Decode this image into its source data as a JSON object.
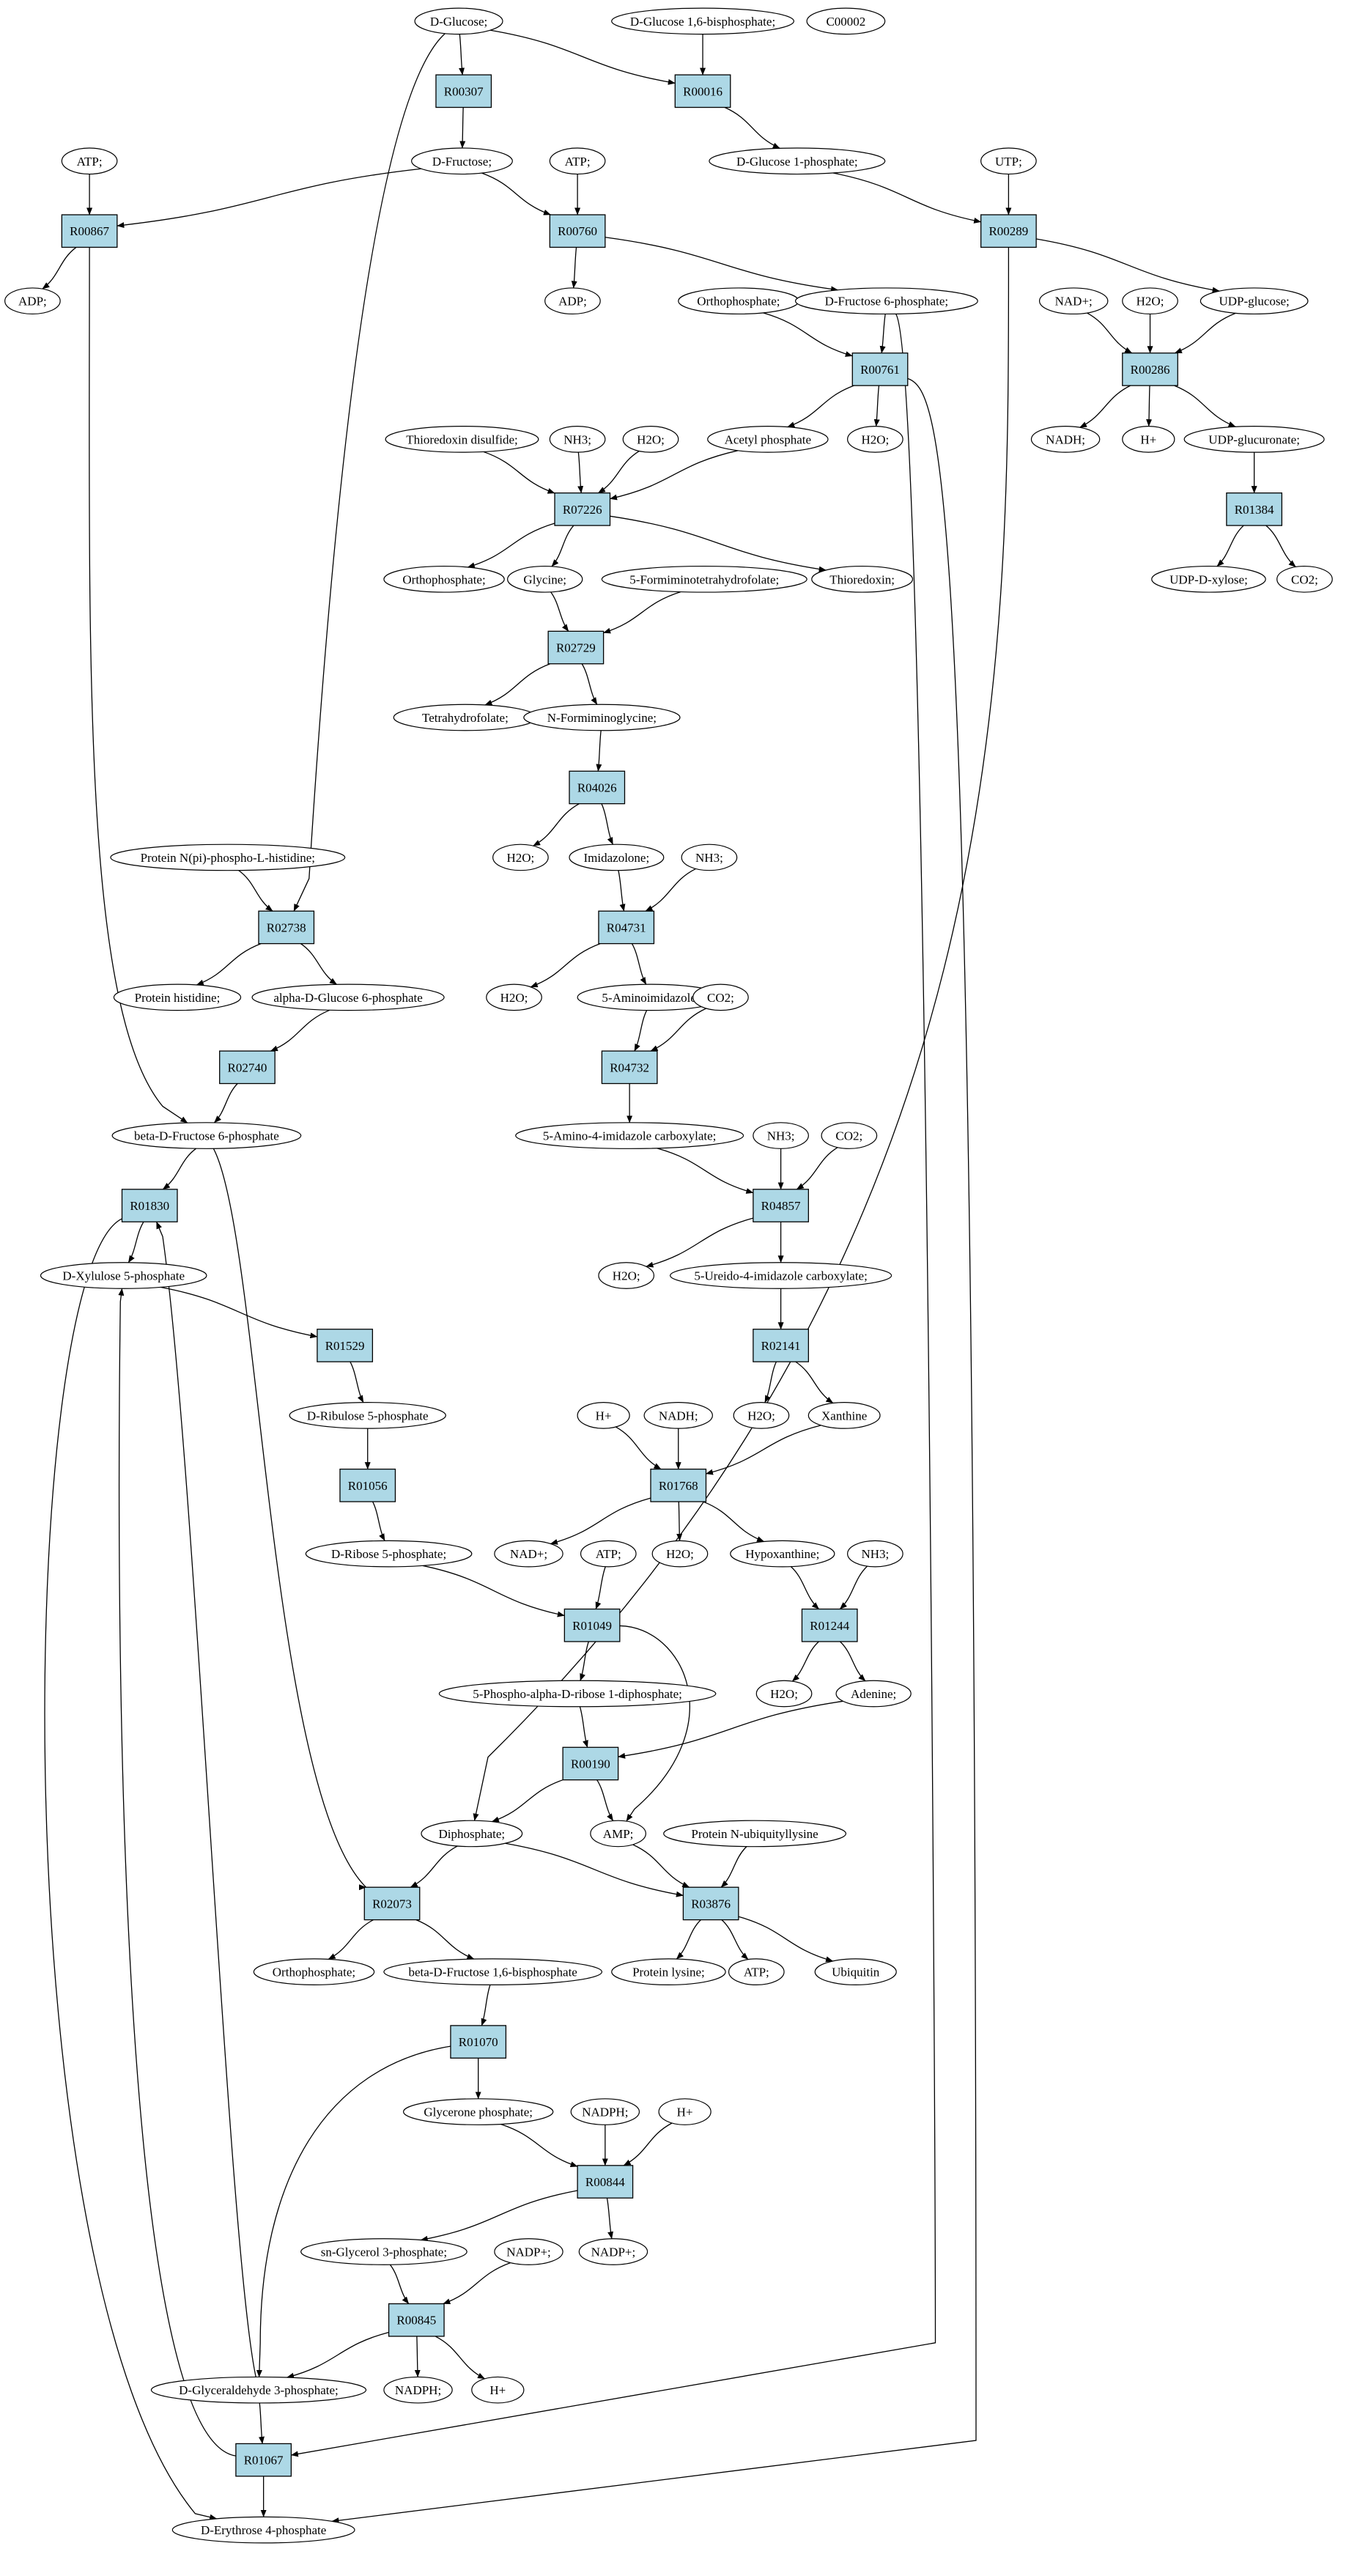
{
  "colors": {
    "reaction": "#add8e6",
    "default_compound": "#ffffff",
    "start_compound": "#00ff00",
    "highlight_compound": "#ffff00",
    "stroke": "#000000"
  },
  "reactions": [
    {
      "id": "R00307",
      "label": "R00307"
    },
    {
      "id": "R00016",
      "label": "R00016"
    },
    {
      "id": "R00867",
      "label": "R00867"
    },
    {
      "id": "R00760",
      "label": "R00760"
    },
    {
      "id": "R00289",
      "label": "R00289"
    },
    {
      "id": "R00761",
      "label": "R00761"
    },
    {
      "id": "R00286",
      "label": "R00286"
    },
    {
      "id": "R07226",
      "label": "R07226"
    },
    {
      "id": "R01384",
      "label": "R01384"
    },
    {
      "id": "R02729",
      "label": "R02729"
    },
    {
      "id": "R04026",
      "label": "R04026"
    },
    {
      "id": "R02738",
      "label": "R02738"
    },
    {
      "id": "R04731",
      "label": "R04731"
    },
    {
      "id": "R02740",
      "label": "R02740"
    },
    {
      "id": "R04732",
      "label": "R04732"
    },
    {
      "id": "R01830",
      "label": "R01830"
    },
    {
      "id": "R04857",
      "label": "R04857"
    },
    {
      "id": "R01529",
      "label": "R01529"
    },
    {
      "id": "R02141",
      "label": "R02141"
    },
    {
      "id": "R01056",
      "label": "R01056"
    },
    {
      "id": "R01768",
      "label": "R01768"
    },
    {
      "id": "R01049",
      "label": "R01049"
    },
    {
      "id": "R01244",
      "label": "R01244"
    },
    {
      "id": "R00190",
      "label": "R00190"
    },
    {
      "id": "R02073",
      "label": "R02073"
    },
    {
      "id": "R03876",
      "label": "R03876"
    },
    {
      "id": "R01070",
      "label": "R01070"
    },
    {
      "id": "R00844",
      "label": "R00844"
    },
    {
      "id": "R00845",
      "label": "R00845"
    },
    {
      "id": "R01067",
      "label": "R01067"
    }
  ],
  "compounds": [
    {
      "id": "c_glucose",
      "label": "D-Glucose;",
      "color": "#00ff00"
    },
    {
      "id": "c_glc16bp",
      "label": "D-Glucose 1,6-bisphosphate;"
    },
    {
      "id": "c_c00002",
      "label": "C00002",
      "color": "#ffff00"
    },
    {
      "id": "c_atp1",
      "label": "ATP;"
    },
    {
      "id": "c_fructose",
      "label": "D-Fructose;"
    },
    {
      "id": "c_atp2",
      "label": "ATP;"
    },
    {
      "id": "c_glc1p",
      "label": "D-Glucose 1-phosphate;"
    },
    {
      "id": "c_utp",
      "label": "UTP;"
    },
    {
      "id": "c_adp1",
      "label": "ADP;"
    },
    {
      "id": "c_adp2",
      "label": "ADP;"
    },
    {
      "id": "c_orthop1",
      "label": "Orthophosphate;"
    },
    {
      "id": "c_f6p",
      "label": "D-Fructose 6-phosphate;"
    },
    {
      "id": "c_nadp_plus",
      "label": "NAD+;"
    },
    {
      "id": "c_h2o1",
      "label": "H2O;"
    },
    {
      "id": "c_udpglc",
      "label": "UDP-glucose;"
    },
    {
      "id": "c_trxdis",
      "label": "Thioredoxin disulfide;"
    },
    {
      "id": "c_nh3a",
      "label": "NH3;"
    },
    {
      "id": "c_h2o2",
      "label": "H2O;"
    },
    {
      "id": "c_acp",
      "label": "Acetyl phosphate"
    },
    {
      "id": "c_h2o3",
      "label": "H2O;"
    },
    {
      "id": "c_nadh1",
      "label": "NADH;"
    },
    {
      "id": "c_hplus1",
      "label": "H+"
    },
    {
      "id": "c_udpglca",
      "label": "UDP-glucuronate;"
    },
    {
      "id": "c_orthop2",
      "label": "Orthophosphate;"
    },
    {
      "id": "c_glycine",
      "label": "Glycine;"
    },
    {
      "id": "c_5fthf",
      "label": "5-Formiminotetrahydrofolate;"
    },
    {
      "id": "c_trx",
      "label": "Thioredoxin;"
    },
    {
      "id": "c_udpxyl",
      "label": "UDP-D-xylose;"
    },
    {
      "id": "c_co2a",
      "label": "CO2;"
    },
    {
      "id": "c_thf",
      "label": "Tetrahydrofolate;"
    },
    {
      "id": "c_nfgly",
      "label": "N-Formiminoglycine;"
    },
    {
      "id": "c_protnph",
      "label": "Protein N(pi)-phospho-L-histidine;"
    },
    {
      "id": "c_h2o4",
      "label": "H2O;"
    },
    {
      "id": "c_imidazolone",
      "label": "Imidazolone;"
    },
    {
      "id": "c_nh3b",
      "label": "NH3;"
    },
    {
      "id": "c_prothis",
      "label": "Protein histidine;"
    },
    {
      "id": "c_ag6p",
      "label": "alpha-D-Glucose 6-phosphate"
    },
    {
      "id": "c_h2o5",
      "label": "H2O;"
    },
    {
      "id": "c_5ai",
      "label": "5-Aminoimidazole;"
    },
    {
      "id": "c_co2b",
      "label": "CO2;"
    },
    {
      "id": "c_bf6p",
      "label": "beta-D-Fructose 6-phosphate"
    },
    {
      "id": "c_5a4ic",
      "label": "5-Amino-4-imidazole carboxylate;"
    },
    {
      "id": "c_nh3c",
      "label": "NH3;"
    },
    {
      "id": "c_co2c",
      "label": "CO2;"
    },
    {
      "id": "c_xu5p",
      "label": "D-Xylulose 5-phosphate"
    },
    {
      "id": "c_h2o6",
      "label": "H2O;"
    },
    {
      "id": "c_5u4ic",
      "label": "5-Ureido-4-imidazole carboxylate;"
    },
    {
      "id": "c_ru5p",
      "label": "D-Ribulose 5-phosphate"
    },
    {
      "id": "c_h2o7",
      "label": "H2O;"
    },
    {
      "id": "c_xanthine",
      "label": "Xanthine"
    },
    {
      "id": "c_hplus2",
      "label": "H+"
    },
    {
      "id": "c_nadh2",
      "label": "NADH;"
    },
    {
      "id": "c_r5p",
      "label": "D-Ribose 5-phosphate;"
    },
    {
      "id": "c_nad2",
      "label": "NAD+;"
    },
    {
      "id": "c_atp3",
      "label": "ATP;"
    },
    {
      "id": "c_h2o8",
      "label": "H2O;"
    },
    {
      "id": "c_hypox",
      "label": "Hypoxanthine;"
    },
    {
      "id": "c_nh3d",
      "label": "NH3;"
    },
    {
      "id": "c_prpp",
      "label": "5-Phospho-alpha-D-ribose 1-diphosphate;"
    },
    {
      "id": "c_h2o9",
      "label": "H2O;"
    },
    {
      "id": "c_adenine",
      "label": "Adenine;"
    },
    {
      "id": "c_diphos",
      "label": "Diphosphate;"
    },
    {
      "id": "c_amp",
      "label": "AMP;"
    },
    {
      "id": "c_protub",
      "label": "Protein N-ubiquityllysine"
    },
    {
      "id": "c_orthop3",
      "label": "Orthophosphate;"
    },
    {
      "id": "c_bf16bp",
      "label": "beta-D-Fructose 1,6-bisphosphate"
    },
    {
      "id": "c_protlys",
      "label": "Protein lysine;"
    },
    {
      "id": "c_atp4",
      "label": "ATP;"
    },
    {
      "id": "c_ubiquitin",
      "label": "Ubiquitin"
    },
    {
      "id": "c_glyp",
      "label": "Glycerone phosphate;"
    },
    {
      "id": "c_nadph1",
      "label": "NADPH;"
    },
    {
      "id": "c_hplus3",
      "label": "H+"
    },
    {
      "id": "c_g3p",
      "label": "sn-Glycerol 3-phosphate;"
    },
    {
      "id": "c_nadpplus1",
      "label": "NADP+;"
    },
    {
      "id": "c_nadpplus2",
      "label": "NADP+;"
    },
    {
      "id": "c_ga3p",
      "label": "D-Glyceraldehyde 3-phosphate;"
    },
    {
      "id": "c_nadph2",
      "label": "NADPH;"
    },
    {
      "id": "c_hplus4",
      "label": "H+"
    },
    {
      "id": "c_e4p",
      "label": "D-Erythrose 4-phosphate"
    }
  ],
  "edges": [
    [
      "c_glucose",
      "R00307"
    ],
    [
      "c_glucose",
      "R00016"
    ],
    [
      "c_glc16bp",
      "R00016"
    ],
    [
      "R00307",
      "c_fructose"
    ],
    [
      "R00016",
      "c_glc1p"
    ],
    [
      "c_atp1",
      "R00867"
    ],
    [
      "c_fructose",
      "R00867"
    ],
    [
      "R00867",
      "c_adp1"
    ],
    [
      "c_fructose",
      "R00760"
    ],
    [
      "c_atp2",
      "R00760"
    ],
    [
      "R00760",
      "c_adp2"
    ],
    [
      "R00760",
      "c_f6p"
    ],
    [
      "c_glc1p",
      "R00289"
    ],
    [
      "c_utp",
      "R00289"
    ],
    [
      "R00289",
      "c_udpglc"
    ],
    [
      "c_orthop1",
      "R00761"
    ],
    [
      "c_f6p",
      "R00761"
    ],
    [
      "R00761",
      "c_acp"
    ],
    [
      "R00761",
      "c_h2o3"
    ],
    [
      "c_nadp_plus",
      "R00286"
    ],
    [
      "c_h2o1",
      "R00286"
    ],
    [
      "c_udpglc",
      "R00286"
    ],
    [
      "R00286",
      "c_nadh1"
    ],
    [
      "R00286",
      "c_hplus1"
    ],
    [
      "R00286",
      "c_udpglca"
    ],
    [
      "c_trxdis",
      "R07226"
    ],
    [
      "c_nh3a",
      "R07226"
    ],
    [
      "c_h2o2",
      "R07226"
    ],
    [
      "c_acp",
      "R07226"
    ],
    [
      "R07226",
      "c_orthop2"
    ],
    [
      "R07226",
      "c_glycine"
    ],
    [
      "R07226",
      "c_trx"
    ],
    [
      "c_udpglca",
      "R01384"
    ],
    [
      "R01384",
      "c_udpxyl"
    ],
    [
      "R01384",
      "c_co2a"
    ],
    [
      "c_glycine",
      "R02729"
    ],
    [
      "c_5fthf",
      "R02729"
    ],
    [
      "R02729",
      "c_thf"
    ],
    [
      "R02729",
      "c_nfgly"
    ],
    [
      "c_nfgly",
      "R04026"
    ],
    [
      "R04026",
      "c_h2o4"
    ],
    [
      "R04026",
      "c_imidazolone"
    ],
    [
      "c_protnph",
      "R02738"
    ],
    [
      "c_glucose",
      "R02738"
    ],
    [
      "R02738",
      "c_prothis"
    ],
    [
      "R02738",
      "c_ag6p"
    ],
    [
      "c_imidazolone",
      "R04731"
    ],
    [
      "c_nh3b",
      "R04731"
    ],
    [
      "R04731",
      "c_h2o5"
    ],
    [
      "R04731",
      "c_5ai"
    ],
    [
      "c_ag6p",
      "R02740"
    ],
    [
      "R02740",
      "c_bf6p"
    ],
    [
      "R00867",
      "c_bf6p"
    ],
    [
      "c_5ai",
      "R04732"
    ],
    [
      "c_co2b",
      "R04732"
    ],
    [
      "R04732",
      "c_5a4ic"
    ],
    [
      "c_bf6p",
      "R01830"
    ],
    [
      "c_ga3p",
      "R01830"
    ],
    [
      "R01830",
      "c_xu5p"
    ],
    [
      "R01830",
      "c_e4p"
    ],
    [
      "c_5a4ic",
      "R04857"
    ],
    [
      "c_nh3c",
      "R04857"
    ],
    [
      "c_co2c",
      "R04857"
    ],
    [
      "R04857",
      "c_h2o6"
    ],
    [
      "R04857",
      "c_5u4ic"
    ],
    [
      "c_xu5p",
      "R01529"
    ],
    [
      "R01529",
      "c_ru5p"
    ],
    [
      "c_5u4ic",
      "R02141"
    ],
    [
      "R02141",
      "c_h2o7"
    ],
    [
      "R02141",
      "c_xanthine"
    ],
    [
      "c_ru5p",
      "R01056"
    ],
    [
      "R01056",
      "c_r5p"
    ],
    [
      "c_hplus2",
      "R01768"
    ],
    [
      "c_nadh2",
      "R01768"
    ],
    [
      "c_xanthine",
      "R01768"
    ],
    [
      "R01768",
      "c_nad2"
    ],
    [
      "R01768",
      "c_h2o8"
    ],
    [
      "R01768",
      "c_hypox"
    ],
    [
      "c_r5p",
      "R01049"
    ],
    [
      "c_atp3",
      "R01049"
    ],
    [
      "R01049",
      "c_prpp"
    ],
    [
      "R01049",
      "c_amp"
    ],
    [
      "c_hypox",
      "R01244"
    ],
    [
      "c_nh3d",
      "R01244"
    ],
    [
      "R01244",
      "c_h2o9"
    ],
    [
      "R01244",
      "c_adenine"
    ],
    [
      "c_prpp",
      "R00190"
    ],
    [
      "c_adenine",
      "R00190"
    ],
    [
      "R00190",
      "c_diphos"
    ],
    [
      "R00190",
      "c_amp"
    ],
    [
      "c_bf6p",
      "R02073"
    ],
    [
      "c_diphos",
      "R02073"
    ],
    [
      "R02073",
      "c_orthop3"
    ],
    [
      "R02073",
      "c_bf16bp"
    ],
    [
      "c_amp",
      "R03876"
    ],
    [
      "c_protub",
      "R03876"
    ],
    [
      "c_diphos",
      "R03876"
    ],
    [
      "R03876",
      "c_protlys"
    ],
    [
      "R03876",
      "c_atp4"
    ],
    [
      "R03876",
      "c_ubiquitin"
    ],
    [
      "c_bf16bp",
      "R01070"
    ],
    [
      "R01070",
      "c_glyp"
    ],
    [
      "R01070",
      "c_ga3p"
    ],
    [
      "c_glyp",
      "R00844"
    ],
    [
      "c_nadph1",
      "R00844"
    ],
    [
      "c_hplus3",
      "R00844"
    ],
    [
      "R00844",
      "c_g3p"
    ],
    [
      "R00844",
      "c_nadpplus1"
    ],
    [
      "c_g3p",
      "R00845"
    ],
    [
      "c_nadpplus2",
      "R00845"
    ],
    [
      "R00845",
      "c_ga3p"
    ],
    [
      "R00845",
      "c_nadph2"
    ],
    [
      "R00845",
      "c_hplus4"
    ],
    [
      "c_ga3p",
      "R01067"
    ],
    [
      "c_f6p",
      "R01067"
    ],
    [
      "R01067",
      "c_xu5p"
    ],
    [
      "R01067",
      "c_e4p"
    ],
    [
      "R00761",
      "c_e4p"
    ],
    [
      "R00289",
      "c_diphos"
    ]
  ]
}
